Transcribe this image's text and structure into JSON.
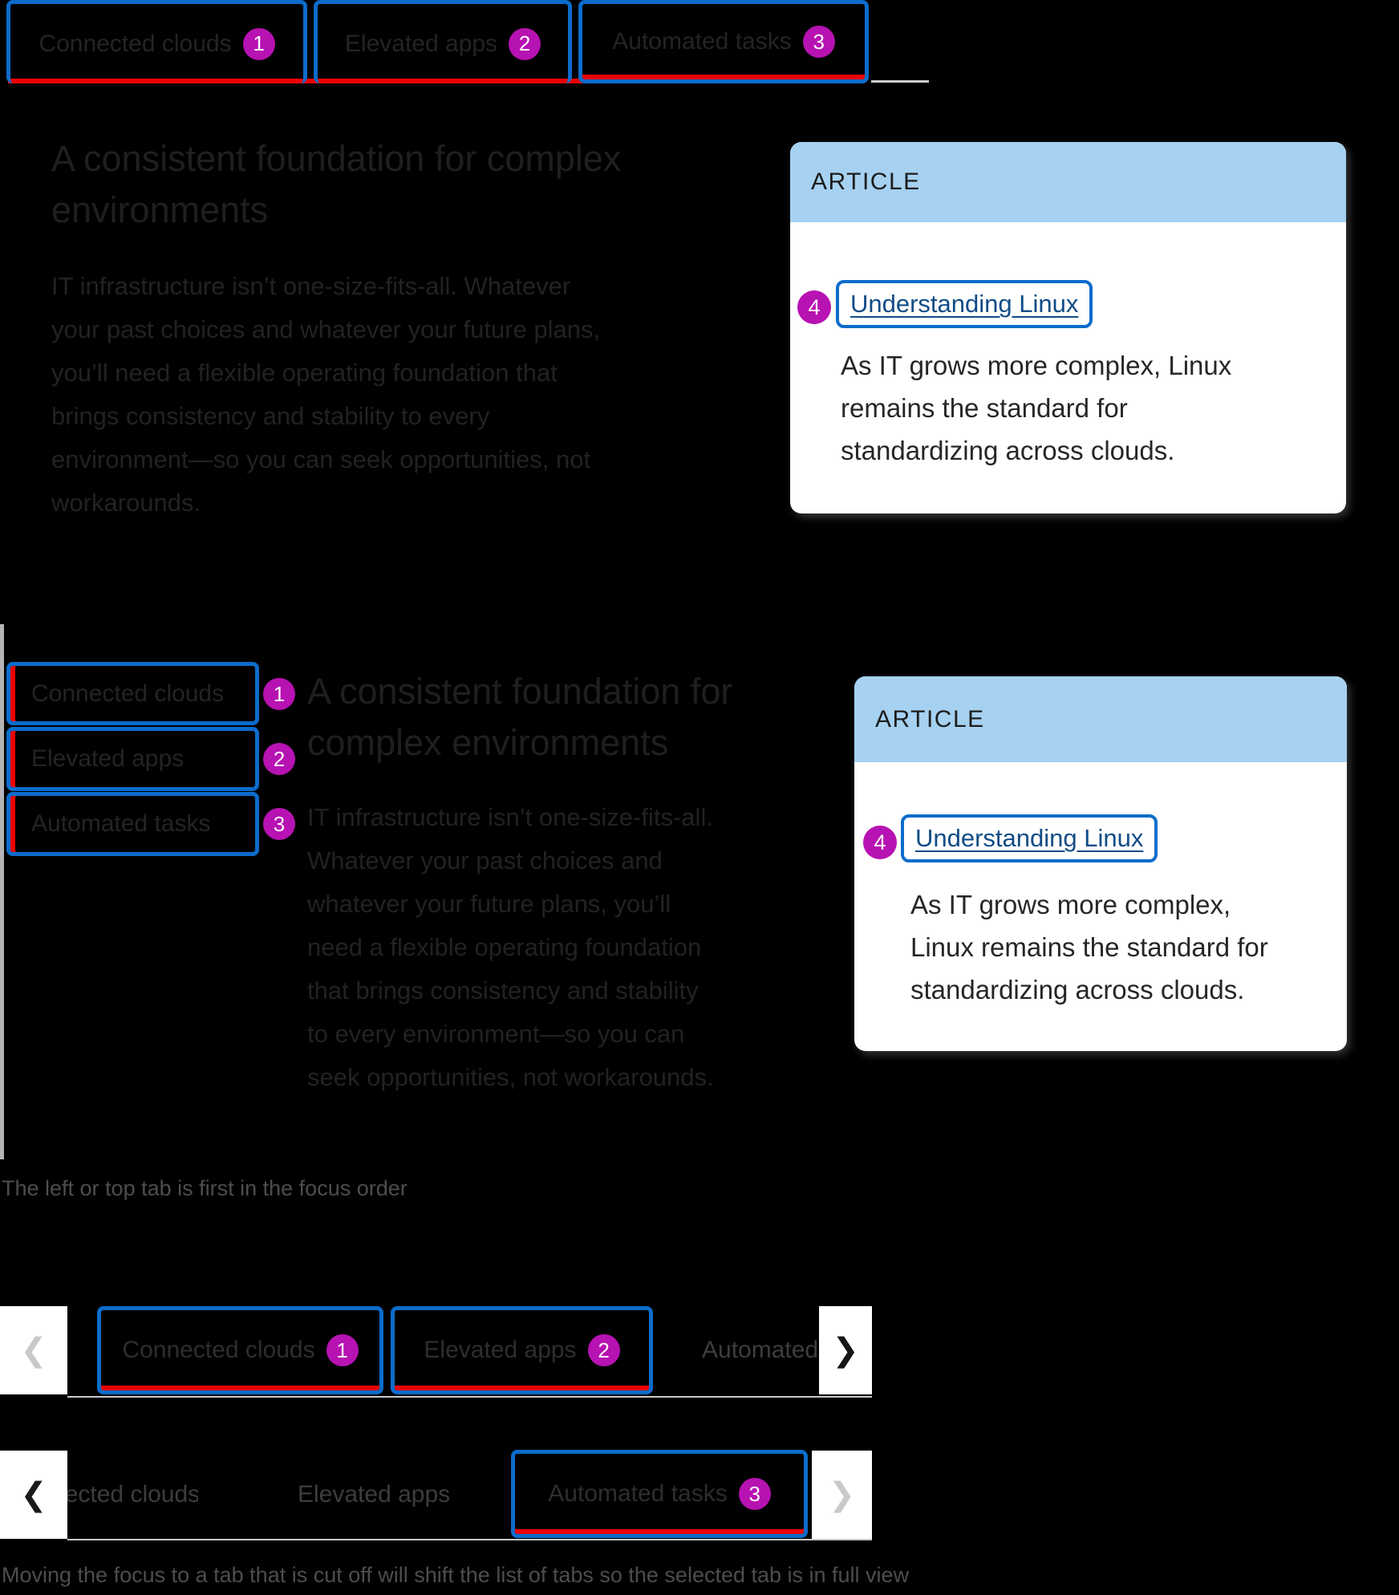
{
  "colors": {
    "focus_blue": "#0c6ccb",
    "selected_red": "#ee0202",
    "badge_purple": "#b712b2",
    "card_header_blue": "#a6d1f1",
    "link_blue": "#114c86",
    "caption_gray": "#4d4d4d"
  },
  "tab_labels": {
    "tab1": "Connected clouds",
    "tab2": "Elevated apps",
    "tab3": "Automated tasks"
  },
  "badges": {
    "n1": "1",
    "n2": "2",
    "n3": "3",
    "n4": "4"
  },
  "icons": {
    "chevron_left": "❮",
    "chevron_right": "❯"
  },
  "content": {
    "heading_lines_horizontal": [
      "A consistent foundation for complex",
      "environments"
    ],
    "heading_lines_vertical": [
      "A consistent foundation for",
      "complex environments"
    ],
    "body_lines_horizontal": [
      "IT infrastructure isn’t one-size-fits-all. Whatever",
      "your past choices and whatever your future plans,",
      "you’ll need a flexible operating foundation that",
      "brings consistency and stability to every",
      "environment—so you can seek opportunities, not",
      "workarounds."
    ],
    "body_lines_vertical": [
      "IT infrastructure isn’t one-size-fits-all.",
      "Whatever your past choices and",
      "whatever your future plans, you’ll",
      "need a flexible operating foundation",
      "that brings consistency and stability",
      "to every environment—so you can",
      "seek opportunities, not workarounds."
    ]
  },
  "article_card": {
    "label": "ARTICLE",
    "link_text": "Understanding Linux",
    "desc_lines_wide": [
      "As IT grows more complex, Linux",
      "remains the standard for",
      "standardizing across clouds."
    ],
    "desc_lines_narrow": [
      "As IT grows more complex,",
      "Linux remains the standard for",
      "standardizing across clouds."
    ]
  },
  "captions": {
    "focus_order": "The left or top tab is first in the focus order",
    "overflow_shift": "Moving the focus to a tab that is cut off will shift the list of tabs so the selected tab is in full view"
  }
}
